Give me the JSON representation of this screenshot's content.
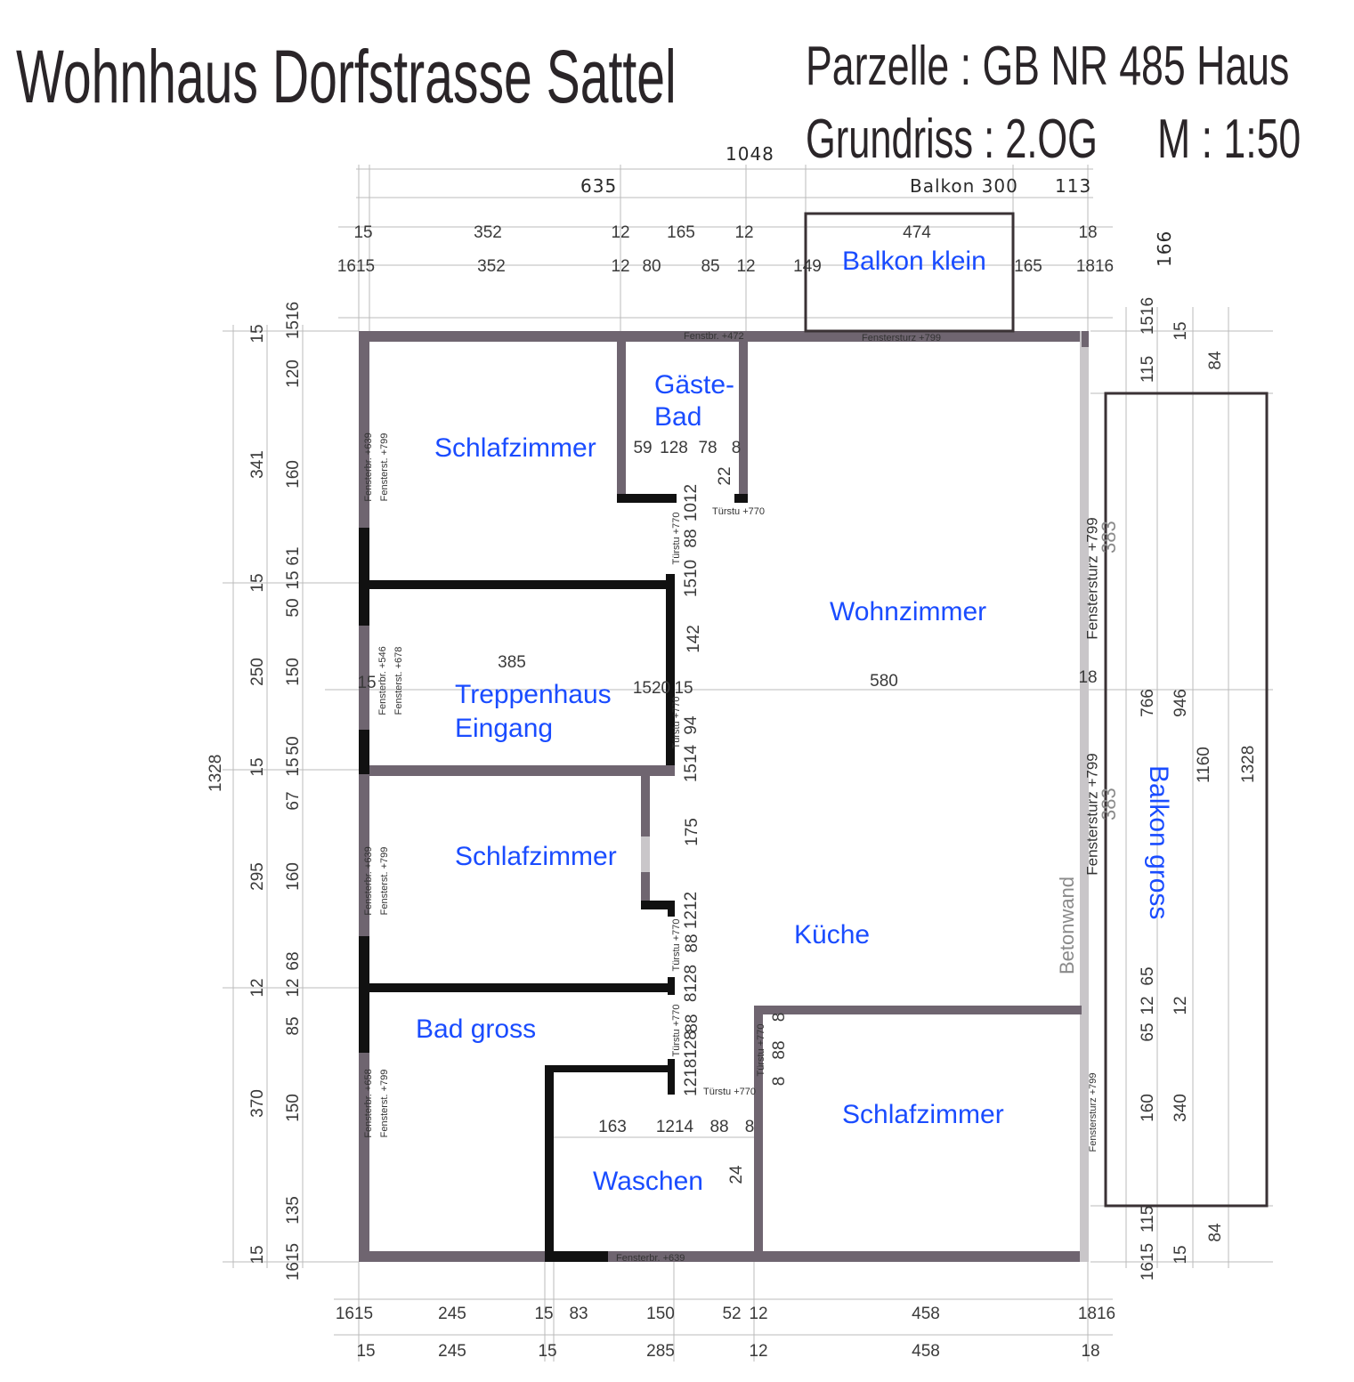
{
  "header": {
    "title": "Wohnhaus Dorfstrasse Sattel",
    "parcel": "Parzelle   : GB NR 485 Haus",
    "plan": "Grundriss : 2.OG",
    "scale": "M : 1:50"
  },
  "rooms": {
    "schlafzimmer_1": "Schlafzimmer",
    "gaeste_bad_1": "Gäste-",
    "gaeste_bad_2": "Bad",
    "wohnzimmer": "Wohnzimmer",
    "treppenhaus_1": "Treppenhaus",
    "treppenhaus_2": "Eingang",
    "schlafzimmer_2": "Schlafzimmer",
    "kueche": "Küche",
    "bad_gross": "Bad gross",
    "schlafzimmer_3": "Schlafzimmer",
    "waschen": "Waschen",
    "balkon_klein": "Balkon klein",
    "balkon_gross": "Balkon gross"
  },
  "top_dims": {
    "overall": "1048",
    "main": [
      "635",
      "Balkon 300",
      "113"
    ],
    "row1": [
      "15",
      "352",
      "12",
      "165",
      "12",
      "474",
      "18"
    ],
    "row2": [
      "1615",
      "352",
      "12",
      "80",
      "85",
      "12",
      "149",
      "165",
      "1816"
    ],
    "right_166": "166"
  },
  "left_dims": {
    "overall": "1328",
    "outer": [
      "15",
      "341",
      "15",
      "250",
      "15",
      "295",
      "12",
      "370",
      "15"
    ],
    "inner": [
      "1516",
      "120",
      "160",
      "61",
      "15",
      "50",
      "150",
      "50",
      "15",
      "67",
      "160",
      "68",
      "12",
      "85",
      "150",
      "135",
      "1615"
    ]
  },
  "right_dims": {
    "inner": [
      "1516",
      "115",
      "65",
      "12",
      "65",
      "160",
      "115",
      "1615",
      "766"
    ],
    "outer": [
      "15",
      "84",
      "12",
      "340",
      "15",
      "84",
      "946"
    ],
    "balcony_1160": "1160",
    "overall": "1328",
    "window_383": [
      "383",
      "383"
    ]
  },
  "bottom_dims": {
    "row1": [
      "1615",
      "245",
      "15",
      "83",
      "150",
      "52",
      "12",
      "458",
      "1816"
    ],
    "row2": [
      "15",
      "245",
      "15",
      "285",
      "12",
      "458",
      "18"
    ]
  },
  "inner_dims": [
    "59",
    "128",
    "78",
    "8",
    "22",
    "1012",
    "88",
    "1510",
    "142",
    "1520",
    "15",
    "385",
    "580",
    "18",
    "94",
    "1514",
    "175",
    "1212",
    "88",
    "8128",
    "88",
    "1218128",
    "163",
    "1214",
    "88",
    "8",
    "24",
    "8",
    "88",
    "8",
    "15"
  ],
  "annotations": {
    "fensterbr_472": "Fenstbr. +472",
    "fenstersturz_top": "Fenstersturz +799",
    "tuerstu_gaeste": "Türstu +770",
    "left_1a": "Fensterbr. +639",
    "left_1b": "Fensterst. +799",
    "left_2a": "Fensterbr. +546",
    "left_2b": "Fensterst. +678",
    "left_3a": "Fensterbr. +639",
    "left_3b": "Fensterst. +799",
    "left_4a": "Fensterbr. +658",
    "left_4b": "Fensterst. +799",
    "door_1": "Türstu +770",
    "door_2": "Türstu +770",
    "door_3": "Türstu +770",
    "door_4": "Türstu +770",
    "door_5": "Türstu +770",
    "door_6": "Türstu +770",
    "fensterbr_bottom": "Fensterbr. +639",
    "right_sturz_1": "Fenstersturz +799",
    "right_sturz_2": "Fenstersturz +799",
    "right_sturz_3": "Fenstersturz +799",
    "betonwand": "Betonwand"
  }
}
